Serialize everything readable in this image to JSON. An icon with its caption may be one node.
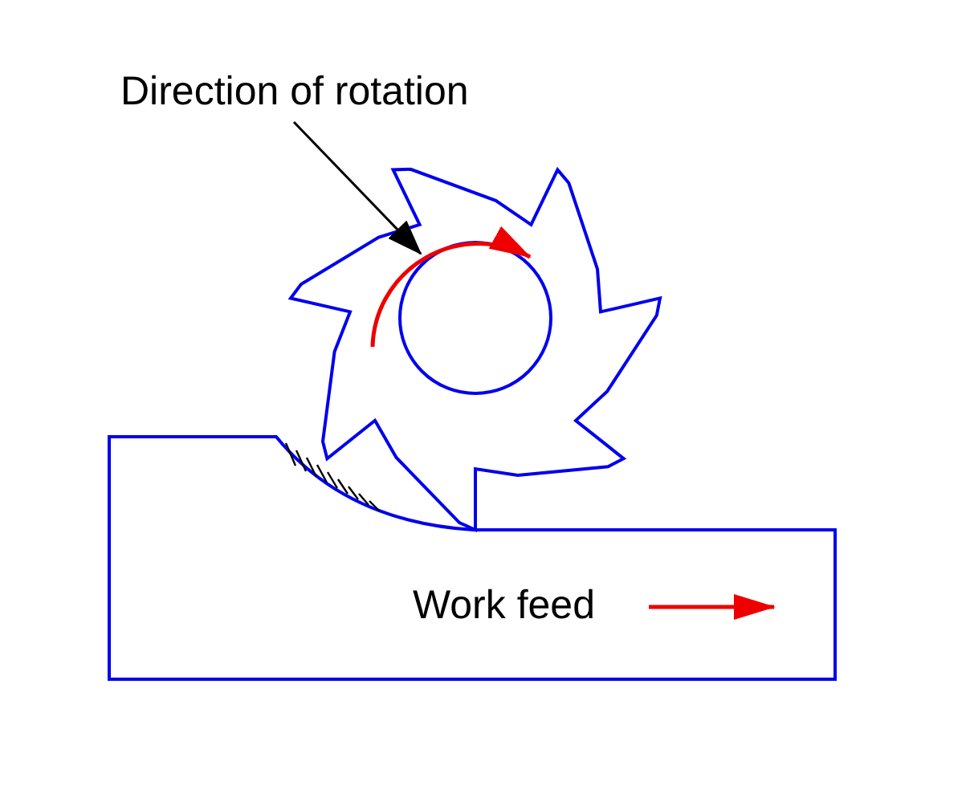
{
  "diagram": {
    "nodes": [
      {
        "text": [
          "Direction of rotation"
        ]
      },
      {
        "text": [],
        "shape": "arrow"
      }
    ],
    "edges": [
      {
        "from": 0,
        "to": 1,
        "arrow": "to"
      }
    ],
    "labels": [
      "Work feed"
    ]
  }
}
